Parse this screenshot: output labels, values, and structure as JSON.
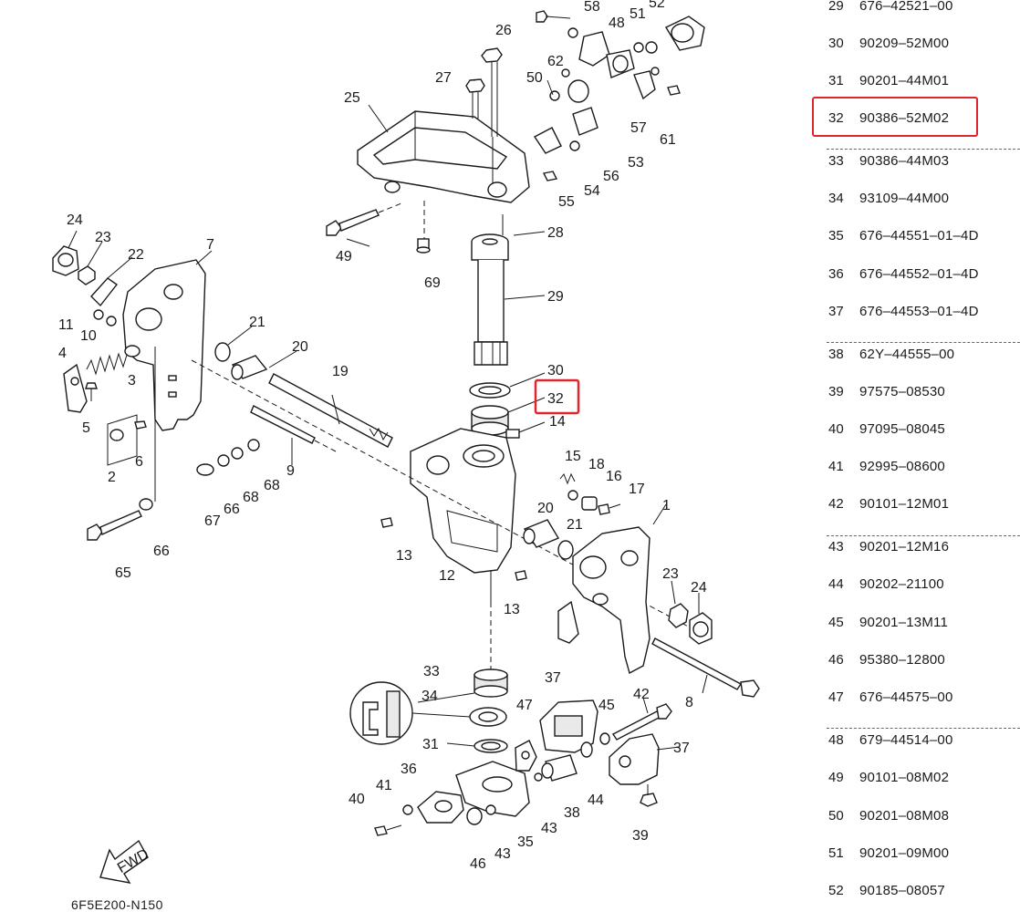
{
  "diagram": {
    "code": "6F5E200-N150",
    "fwd_label": "FWD",
    "callouts": [
      "1",
      "2",
      "3",
      "4",
      "5",
      "6",
      "7",
      "8",
      "9",
      "10",
      "11",
      "12",
      "13",
      "13",
      "14",
      "15",
      "16",
      "17",
      "18",
      "19",
      "20",
      "20",
      "21",
      "21",
      "22",
      "23",
      "23",
      "24",
      "24",
      "25",
      "26",
      "27",
      "28",
      "29",
      "30",
      "31",
      "32",
      "33",
      "34",
      "35",
      "36",
      "37",
      "37",
      "38",
      "39",
      "40",
      "41",
      "42",
      "43",
      "43",
      "44",
      "45",
      "46",
      "47",
      "48",
      "49",
      "50",
      "51",
      "52",
      "53",
      "54",
      "55",
      "56",
      "57",
      "58",
      "61",
      "62",
      "65",
      "66",
      "66",
      "67",
      "68",
      "68",
      "69"
    ],
    "highlighted_callout": "32",
    "highlight_color": "#e0262c"
  },
  "parts_table": {
    "rows": [
      {
        "no": "29",
        "part": "676–42521–00"
      },
      {
        "no": "30",
        "part": "90209–52M00"
      },
      {
        "no": "31",
        "part": "90201–44M01"
      },
      {
        "no": "32",
        "part": "90386–52M02",
        "highlighted": true
      },
      {
        "no": "33",
        "part": "90386–44M03"
      },
      {
        "no": "34",
        "part": "93109–44M00"
      },
      {
        "no": "35",
        "part": "676–44551–01–4D"
      },
      {
        "no": "36",
        "part": "676–44552–01–4D"
      },
      {
        "no": "37",
        "part": "676–44553–01–4D"
      },
      {
        "no": "38",
        "part": "62Y–44555–00"
      },
      {
        "no": "39",
        "part": "97575–08530"
      },
      {
        "no": "40",
        "part": "97095–08045"
      },
      {
        "no": "41",
        "part": "92995–08600"
      },
      {
        "no": "42",
        "part": "90101–12M01"
      },
      {
        "no": "43",
        "part": "90201–12M16"
      },
      {
        "no": "44",
        "part": "90202–21100"
      },
      {
        "no": "45",
        "part": "90201–13M11"
      },
      {
        "no": "46",
        "part": "95380–12800"
      },
      {
        "no": "47",
        "part": "676–44575–00"
      },
      {
        "no": "48",
        "part": "679–44514–00"
      },
      {
        "no": "49",
        "part": "90101–08M02"
      },
      {
        "no": "50",
        "part": "90201–08M08"
      },
      {
        "no": "51",
        "part": "90201–09M00"
      },
      {
        "no": "52",
        "part": "90185–08057"
      }
    ]
  }
}
